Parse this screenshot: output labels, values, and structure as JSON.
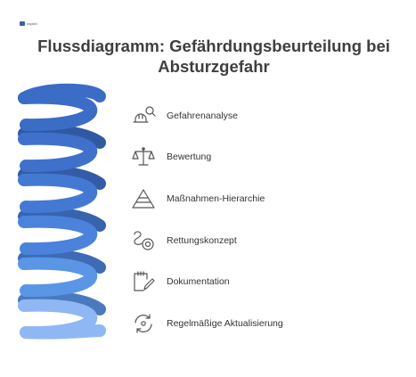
{
  "brand": {
    "logo_text": "napkin"
  },
  "title": "Flussdiagramm: Gefährdungsbeurteilung bei Absturzgefahr",
  "colors": {
    "spiral": [
      "#3b6cc6",
      "#3f70cb",
      "#4479d3",
      "#4a82dc",
      "#5a95e6",
      "#8fb7f3"
    ],
    "text": "#333333",
    "icon": "#555555"
  },
  "steps": [
    {
      "label": "Gefahrenanalyse",
      "icon": "hard-hat-magnifier-icon"
    },
    {
      "label": "Bewertung",
      "icon": "balance-scale-icon"
    },
    {
      "label": "Maßnahmen-Hierarchie",
      "icon": "pyramid-icon"
    },
    {
      "label": "Rettungskonzept",
      "icon": "rescue-rope-icon"
    },
    {
      "label": "Dokumentation",
      "icon": "notepad-pencil-icon"
    },
    {
      "label": "Regelmäßige Aktualisierung",
      "icon": "refresh-cycle-icon"
    }
  ]
}
